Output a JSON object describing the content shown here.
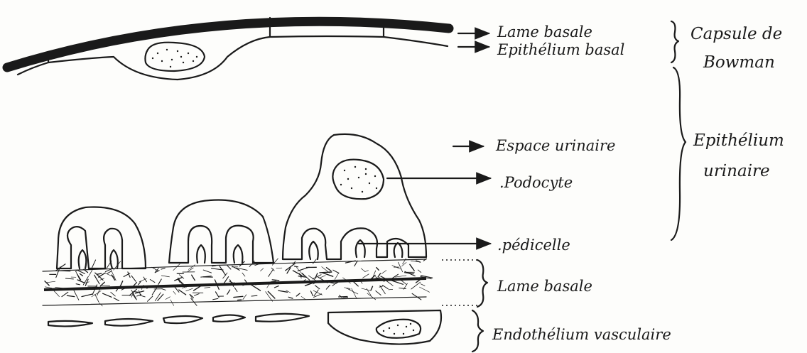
{
  "labels": {
    "lame_basale_top": "Lame basale",
    "epithelium_basal": "Epithélium basal",
    "capsule_line1": "Capsule de",
    "capsule_line2": "Bowman",
    "espace_urinaire": "Espace urinaire",
    "podocyte": ".Podocyte",
    "pedicelle": ".pédicelle",
    "epithelium_urinaire_line1": "Epithélium",
    "epithelium_urinaire_line2": "urinaire",
    "lame_basale_bottom": "Lame basale",
    "endothelium": "Endothélium vasculaire"
  }
}
